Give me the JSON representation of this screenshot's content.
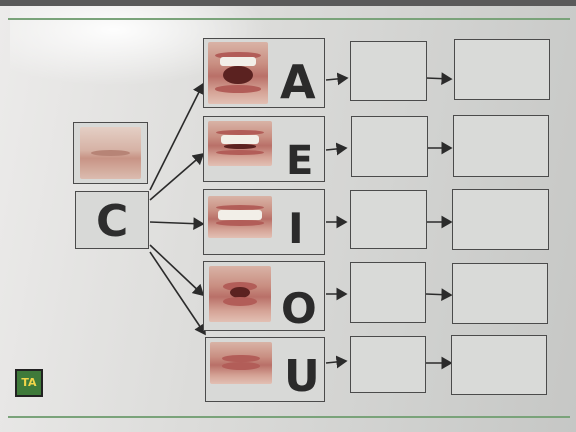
{
  "source_letter": "C",
  "vowels": [
    "A",
    "E",
    "I",
    "O",
    "U"
  ],
  "logo_text": "TA"
}
